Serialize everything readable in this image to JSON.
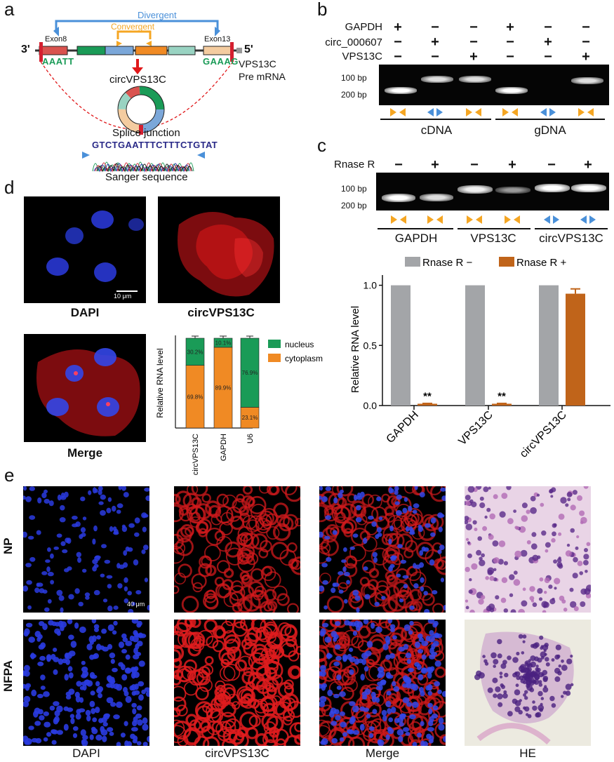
{
  "panels": {
    "a": "a",
    "b": "b",
    "c": "c",
    "d": "d",
    "e": "e"
  },
  "panel_a": {
    "divergent": "Divergent",
    "convergent": "Convergent",
    "end3": "3'",
    "end5": "5'",
    "exon8": "Exon8",
    "exon13": "Exon13",
    "seq_left": "AAATT",
    "seq_right": "GAAAG",
    "pre_mrna": [
      "VPS13C",
      "Pre mRNA"
    ],
    "circ_name": "circVPS13C",
    "splice_junction": "Splice junction",
    "sanger_seq": "GTCTGAATTTCTTTCTGTAT",
    "sanger_label": "Sanger sequence"
  },
  "panel_b": {
    "rows": [
      {
        "label": "GAPDH",
        "signs": [
          "+",
          "−",
          "−",
          "+",
          "−",
          "−"
        ]
      },
      {
        "label": "circ_000607",
        "signs": [
          "−",
          "+",
          "−",
          "−",
          "+",
          "−"
        ]
      },
      {
        "label": "VPS13C",
        "signs": [
          "−",
          "−",
          "+",
          "−",
          "−",
          "+"
        ]
      }
    ],
    "markers": [
      "100 bp",
      "200 bp"
    ],
    "groups": [
      "cDNA",
      "gDNA"
    ]
  },
  "panel_c": {
    "rnase_label": "Rnase R",
    "signs": [
      "−",
      "+",
      "−",
      "+",
      "−",
      "+"
    ],
    "markers": [
      "100 bp",
      "200 bp"
    ],
    "groups": [
      "GAPDH",
      "VPS13C",
      "circVPS13C"
    ]
  },
  "panel_d": {
    "scale_bar": "10 μm",
    "captions": [
      "DAPI",
      "circVPS13C",
      "Merge"
    ],
    "stack_chart": {
      "ylabel": "Relative RNA level",
      "legend": [
        "nucleus",
        "cytoplasm"
      ],
      "categories": [
        "circVPS13C",
        "GAPDH",
        "U6"
      ],
      "nucleus_labels": [
        "30.2%",
        "10.1%",
        "76.9%"
      ],
      "cytoplasm_labels": [
        "69.8%",
        "89.9%",
        "23.1%"
      ]
    }
  },
  "panel_e": {
    "rows": [
      "NP",
      "NFPA"
    ],
    "captions": [
      "DAPI",
      "circVPS13C",
      "Merge",
      "HE"
    ],
    "scale_bar": "40 μm"
  },
  "colors": {
    "divergent": "#4a90d9",
    "convergent": "#f5a623",
    "nucleus": "#1a9b57",
    "cytoplasm": "#f08a24",
    "rnase_minus": "#a3a5a8",
    "rnase_plus": "#c0641a",
    "dapi": "#2233dd",
    "circ": "#e0181a"
  },
  "chart_data": [
    {
      "type": "bar",
      "title": "",
      "xlabel": "",
      "ylabel": "Relative RNA level",
      "categories": [
        "circVPS13C",
        "GAPDH",
        "U6"
      ],
      "stacked": true,
      "series": [
        {
          "name": "cytoplasm",
          "values": [
            69.8,
            89.9,
            23.1
          ]
        },
        {
          "name": "nucleus",
          "values": [
            30.2,
            10.1,
            76.9
          ]
        }
      ],
      "ylim": [
        0,
        100
      ],
      "legend": "right"
    },
    {
      "type": "bar",
      "title": "",
      "xlabel": "",
      "ylabel": "Relative RNA level",
      "categories": [
        "GAPDH",
        "VPS13C",
        "circVPS13C"
      ],
      "yticks": [
        "0.0",
        "0.5",
        "1.0"
      ],
      "ylim": [
        0,
        1.05
      ],
      "series": [
        {
          "name": "Rnase R −",
          "values": [
            1.0,
            1.0,
            1.0
          ]
        },
        {
          "name": "Rnase R +",
          "values": [
            0.015,
            0.015,
            0.93
          ],
          "errors": [
            0.003,
            0.003,
            0.04
          ]
        }
      ],
      "annotations": [
        "**",
        "**",
        ""
      ],
      "legend": "top"
    }
  ]
}
